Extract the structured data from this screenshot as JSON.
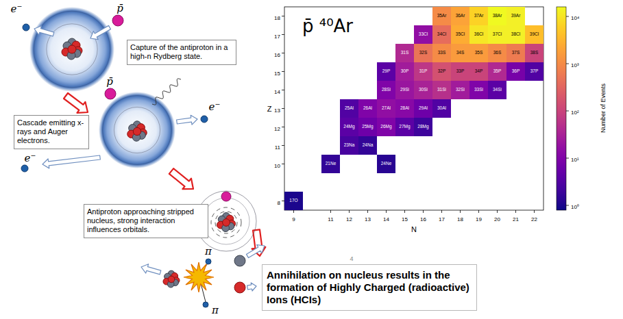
{
  "diagram": {
    "nodes": [
      {
        "text": [
          "Capture of the antiproton in a high-n Rydberg state."
        ]
      },
      {
        "text": [
          "Cascade emitting x-rays and Auger electrons."
        ]
      },
      {
        "text": [
          "Antiproton approaching stripped nucleus, strong interaction influences orbitals."
        ]
      },
      {
        "text": [
          "Annihilation on nucleus results in the formation of Highly Charged (radioactive) Ions (HCIs)"
        ]
      }
    ],
    "labels": [
      "e⁻",
      "p̄",
      "p̄",
      "e⁻",
      "e⁻",
      "π",
      "π",
      "4",
      "p̄ ⁴⁰Ar",
      "Z",
      "N",
      "18",
      "17",
      "16",
      "15",
      "14",
      "13",
      "12",
      "11",
      "10",
      "8",
      "9",
      "11",
      "12",
      "13",
      "14",
      "15",
      "16",
      "17",
      "18",
      "19",
      "20",
      "21",
      "22",
      "10⁴",
      "10³",
      "10²",
      "10¹",
      "10⁰",
      "Number of Events",
      "35Ar",
      "36Ar",
      "37Ar",
      "38Ar",
      "39Ar",
      "33Cl",
      "34Cl",
      "35Cl",
      "36Cl",
      "37Cl",
      "38Cl",
      "39Cl",
      "31S",
      "32S",
      "33S",
      "34S",
      "35S",
      "36S",
      "37S",
      "38S",
      "29P",
      "30P",
      "31P",
      "32P",
      "33P",
      "34P",
      "35P",
      "36P",
      "37P",
      "28Si",
      "29Si",
      "30Si",
      "31Si",
      "32Si",
      "33Si",
      "34Si",
      "25Al",
      "26Al",
      "27Al",
      "28Al",
      "29Al",
      "30Al",
      "24Mg",
      "25Mg",
      "26Mg",
      "27Mg",
      "28Mg",
      "23Na",
      "24Na",
      "21Ne",
      "24Ne",
      "17O"
    ]
  }
}
